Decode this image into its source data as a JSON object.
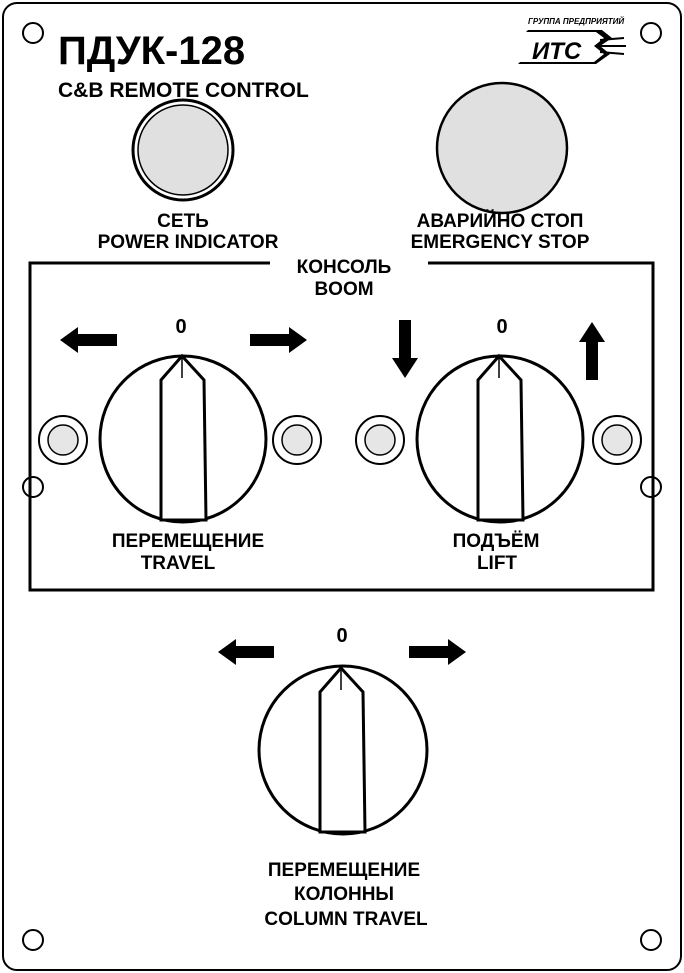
{
  "panel": {
    "model": "ПДУК-128",
    "subtitle": "C&B REMOTE CONTROL",
    "brand": {
      "group_text": "ГРУППА ПРЕДПРИЯТИЙ",
      "logo_text": "ИТС"
    }
  },
  "power": {
    "label_ru": "СЕТЬ",
    "label_en": "POWER INDICATOR"
  },
  "emergency": {
    "label_ru": "АВАРИЙНО СТОП",
    "label_en": "EMERGENCY STOP"
  },
  "boom": {
    "label_ru": "КОНСОЛЬ",
    "label_en": "BOOM",
    "travel": {
      "zero": "0",
      "label_ru": "ПЕРЕМЕЩЕНИЕ",
      "label_en": "TRAVEL"
    },
    "lift": {
      "zero": "0",
      "label_ru": "ПОДЪЁМ",
      "label_en": "LIFT"
    }
  },
  "column": {
    "zero": "0",
    "label_ru_1": "ПЕРЕМЕЩЕНИЕ",
    "label_ru_2": "КОЛОННЫ",
    "label_en": "COLUMN TRAVEL"
  }
}
